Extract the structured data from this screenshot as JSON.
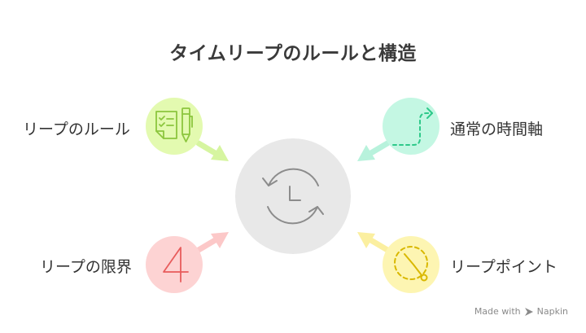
{
  "title": "タイムリープのルールと構造",
  "items": [
    {
      "label": "リープのルール",
      "icon": "checklist-pencil-icon",
      "color": "#e3fab0"
    },
    {
      "label": "通常の時間軸",
      "icon": "dashed-path-icon",
      "color": "#c4f7e3"
    },
    {
      "label": "リープの限界",
      "icon": "number-four-icon",
      "color": "#fdd3d3"
    },
    {
      "label": "リープポイント",
      "icon": "dashed-clock-icon",
      "color": "#fdf5b2"
    }
  ],
  "center": {
    "icon": "clock-refresh-icon",
    "color": "#e8e8e8"
  },
  "footer": {
    "made_with": "Made with",
    "brand": "Napkin"
  }
}
